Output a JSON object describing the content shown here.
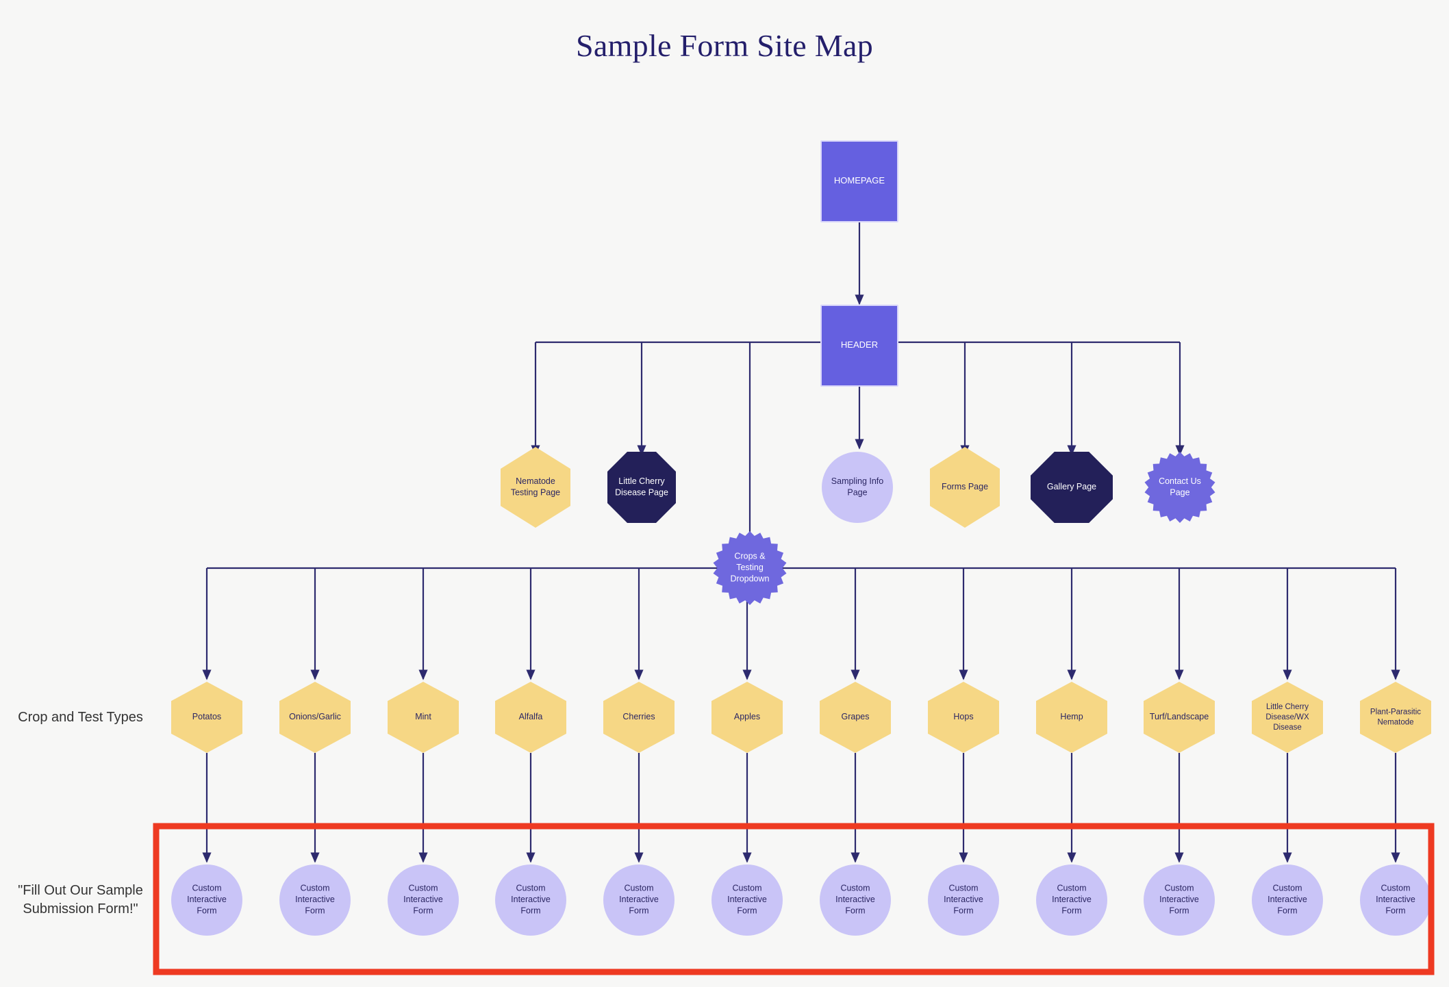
{
  "title": "Sample Form Site Map",
  "colors": {
    "background": "#F7F7F6",
    "title_text": "#241F6B",
    "purple": "#6560E0",
    "purple_soft": "#6F68DE",
    "lavender": "#C9C4F7",
    "yellow": "#F6D785",
    "navy": "#232059",
    "line": "#2D2A6E",
    "highlight_red": "#EE3A22",
    "label_text": "#333333",
    "dark_node_text": "#FFFFFF",
    "light_node_text": "#2B2663"
  },
  "row_labels": {
    "crops": "Crop and Test Types",
    "forms": "\"Fill Out Our Sample Submission Form!\""
  },
  "nodes": {
    "homepage": {
      "label": "HOMEPAGE",
      "shape": "rect",
      "fill": "purple"
    },
    "header": {
      "label": "HEADER",
      "shape": "rect",
      "fill": "purple"
    },
    "crops_dropdown": {
      "label": "Crops & Testing Dropdown",
      "lines": [
        "Crops &",
        "Testing",
        "Dropdown"
      ],
      "shape": "starburst",
      "fill": "purple_soft"
    }
  },
  "header_children": [
    {
      "label": "Nematode Testing Page",
      "lines": [
        "Nematode",
        "Testing Page"
      ],
      "shape": "hexagon",
      "fill": "yellow"
    },
    {
      "label": "Little Cherry Disease Page",
      "lines": [
        "Little Cherry",
        "Disease Page"
      ],
      "shape": "octagon",
      "fill": "navy"
    },
    {
      "label": "Crops & Testing Dropdown",
      "lines": [
        "Crops &",
        "Testing",
        "Dropdown"
      ],
      "shape": "starburst",
      "fill": "purple_soft"
    },
    {
      "label": "Sampling Info Page",
      "lines": [
        "Sampling Info",
        "Page"
      ],
      "shape": "circle",
      "fill": "lavender"
    },
    {
      "label": "Forms Page",
      "lines": [
        "Forms Page"
      ],
      "shape": "hexagon",
      "fill": "yellow"
    },
    {
      "label": "Gallery Page",
      "lines": [
        "Gallery Page"
      ],
      "shape": "octagon",
      "fill": "navy"
    },
    {
      "label": "Contact Us Page",
      "lines": [
        "Contact Us",
        "Page"
      ],
      "shape": "starburst",
      "fill": "purple_soft"
    }
  ],
  "crop_types": [
    {
      "label": "Potatos",
      "lines": [
        "Potatos"
      ]
    },
    {
      "label": "Onions/Garlic",
      "lines": [
        "Onions/Garlic"
      ]
    },
    {
      "label": "Mint",
      "lines": [
        "Mint"
      ]
    },
    {
      "label": "Alfalfa",
      "lines": [
        "Alfalfa"
      ]
    },
    {
      "label": "Cherries",
      "lines": [
        "Cherries"
      ]
    },
    {
      "label": "Apples",
      "lines": [
        "Apples"
      ]
    },
    {
      "label": "Grapes",
      "lines": [
        "Grapes"
      ]
    },
    {
      "label": "Hops",
      "lines": [
        "Hops"
      ]
    },
    {
      "label": "Hemp",
      "lines": [
        "Hemp"
      ]
    },
    {
      "label": "Turf/Landscape",
      "lines": [
        "Turf/Landscape"
      ]
    },
    {
      "label": "Little Cherry Disease/WX Disease",
      "lines": [
        "Little Cherry",
        "Disease/WX",
        "Disease"
      ]
    },
    {
      "label": "Plant-Parasitic Nematode",
      "lines": [
        "Plant-Parasitic",
        "Nematode"
      ]
    }
  ],
  "forms": [
    {
      "label": "Custom Interactive Form",
      "lines": [
        "Custom",
        "Interactive",
        "Form"
      ]
    },
    {
      "label": "Custom Interactive Form",
      "lines": [
        "Custom",
        "Interactive",
        "Form"
      ]
    },
    {
      "label": "Custom Interactive Form",
      "lines": [
        "Custom",
        "Interactive",
        "Form"
      ]
    },
    {
      "label": "Custom Interactive Form",
      "lines": [
        "Custom",
        "Interactive",
        "Form"
      ]
    },
    {
      "label": "Custom Interactive Form",
      "lines": [
        "Custom",
        "Interactive",
        "Form"
      ]
    },
    {
      "label": "Custom Interactive Form",
      "lines": [
        "Custom",
        "Interactive",
        "Form"
      ]
    },
    {
      "label": "Custom Interactive Form",
      "lines": [
        "Custom",
        "Interactive",
        "Form"
      ]
    },
    {
      "label": "Custom Interactive Form",
      "lines": [
        "Custom",
        "Interactive",
        "Form"
      ]
    },
    {
      "label": "Custom Interactive Form",
      "lines": [
        "Custom",
        "Interactive",
        "Form"
      ]
    },
    {
      "label": "Custom Interactive Form",
      "lines": [
        "Custom",
        "Interactive",
        "Form"
      ]
    },
    {
      "label": "Custom Interactive Form",
      "lines": [
        "Custom",
        "Interactive",
        "Form"
      ]
    },
    {
      "label": "Custom Interactive Form",
      "lines": [
        "Custom",
        "Interactive",
        "Form"
      ]
    }
  ]
}
